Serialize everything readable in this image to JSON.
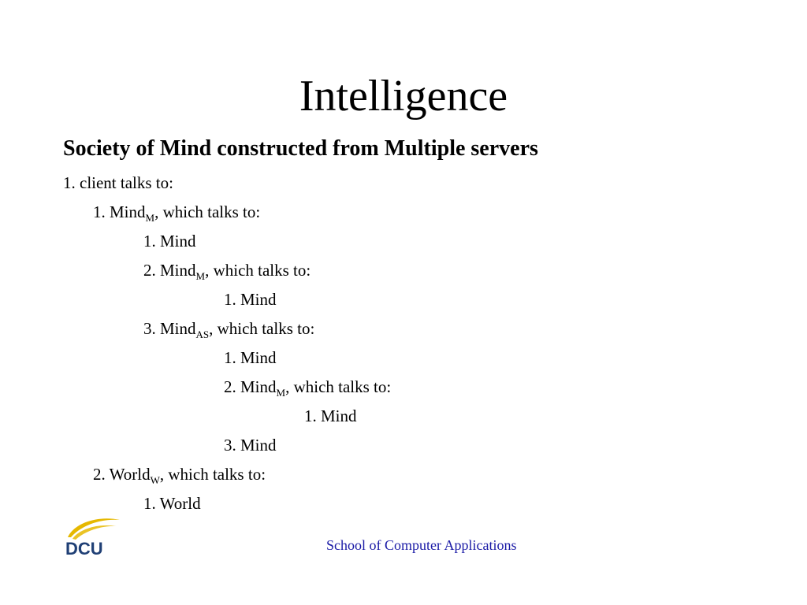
{
  "slide": {
    "title": "Intelligence",
    "subtitle": "Society of Mind constructed from Multiple servers",
    "lines": [
      {
        "level": 0,
        "text": "1. client talks to:",
        "sub": "",
        "suffix": ""
      },
      {
        "level": 1,
        "text": "1. Mind",
        "sub": "M",
        "suffix": ", which talks to:"
      },
      {
        "level": 2,
        "text": "1. Mind",
        "sub": "",
        "suffix": ""
      },
      {
        "level": 2,
        "text": "2. Mind",
        "sub": "M",
        "suffix": ", which talks to:"
      },
      {
        "level": 3,
        "text": "1. Mind",
        "sub": "",
        "suffix": ""
      },
      {
        "level": 2,
        "text": "3. Mind",
        "sub": "AS",
        "suffix": ", which talks to:"
      },
      {
        "level": 3,
        "text": "1. Mind",
        "sub": "",
        "suffix": ""
      },
      {
        "level": 3,
        "text": "2. Mind",
        "sub": "M",
        "suffix": ", which talks to:"
      },
      {
        "level": 4,
        "text": "1.  Mind",
        "sub": "",
        "suffix": ""
      },
      {
        "level": 3,
        "text": "3. Mind",
        "sub": "",
        "suffix": ""
      },
      {
        "level": 1,
        "text": "2. World",
        "sub": "W",
        "suffix": ", which talks to:"
      },
      {
        "level": 2,
        "text": "1. World",
        "sub": "",
        "suffix": ""
      }
    ],
    "footer": "School of Computer Applications",
    "logo_text": "DCU"
  },
  "colors": {
    "text": "#000000",
    "footer": "#1a1aa6",
    "logo_navy": "#1f3f75",
    "logo_gold": "#e6b800"
  }
}
